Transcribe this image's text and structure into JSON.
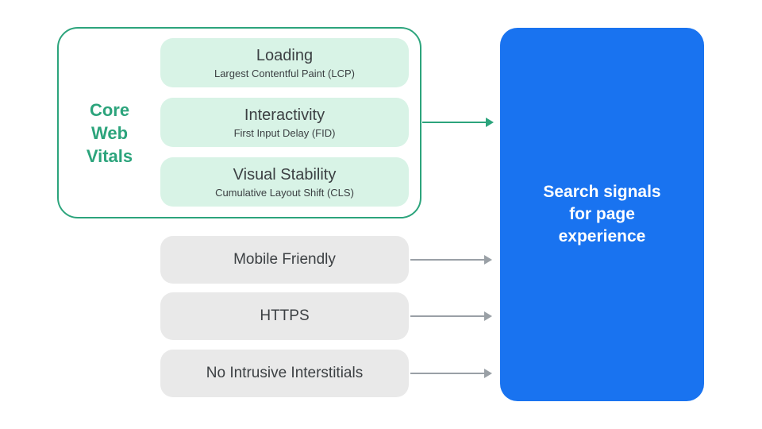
{
  "palette": {
    "green": "#2CA47C",
    "green_light": "#D8F3E6",
    "blue": "#1973F0",
    "gray_box": "#E9E9E9",
    "arrow_gray": "#9AA0A6",
    "text_dark": "#3C4043",
    "text_on_blue": "#FFFFFF",
    "background": "#FFFFFF"
  },
  "core_web_vitals": {
    "label": "Core Web Vitals",
    "items": [
      {
        "title": "Loading",
        "subtitle": "Largest Contentful Paint (LCP)"
      },
      {
        "title": "Interactivity",
        "subtitle": "First Input Delay (FID)"
      },
      {
        "title": "Visual Stability",
        "subtitle": "Cumulative Layout Shift (CLS)"
      }
    ]
  },
  "other_signals": [
    {
      "label": "Mobile Friendly"
    },
    {
      "label": "HTTPS"
    },
    {
      "label": "No Intrusive Interstitials"
    }
  ],
  "result_box": {
    "label": "Search signals for page experience"
  }
}
